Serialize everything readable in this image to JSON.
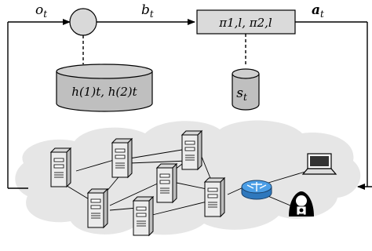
{
  "labels": {
    "observation": "o",
    "observation_sub": "t",
    "belief": "b",
    "belief_sub": "t",
    "action": "a",
    "action_sub": "t",
    "policy": "π1,l, π2,l",
    "state": "s",
    "state_sub": "t",
    "history": "h(1)t, h(2)t"
  },
  "icons": [
    "server-icon",
    "router-icon",
    "laptop-icon",
    "hacker-icon",
    "cloud-icon",
    "database-icon"
  ],
  "colors": {
    "node_fill": "#d9d9d9",
    "policy_box_fill": "#dadada",
    "cylinder_fill": "#bfbfbf",
    "cloud_fill": "#e6e6e6",
    "router_fill": "#3a8fd9",
    "line": "#000000"
  }
}
